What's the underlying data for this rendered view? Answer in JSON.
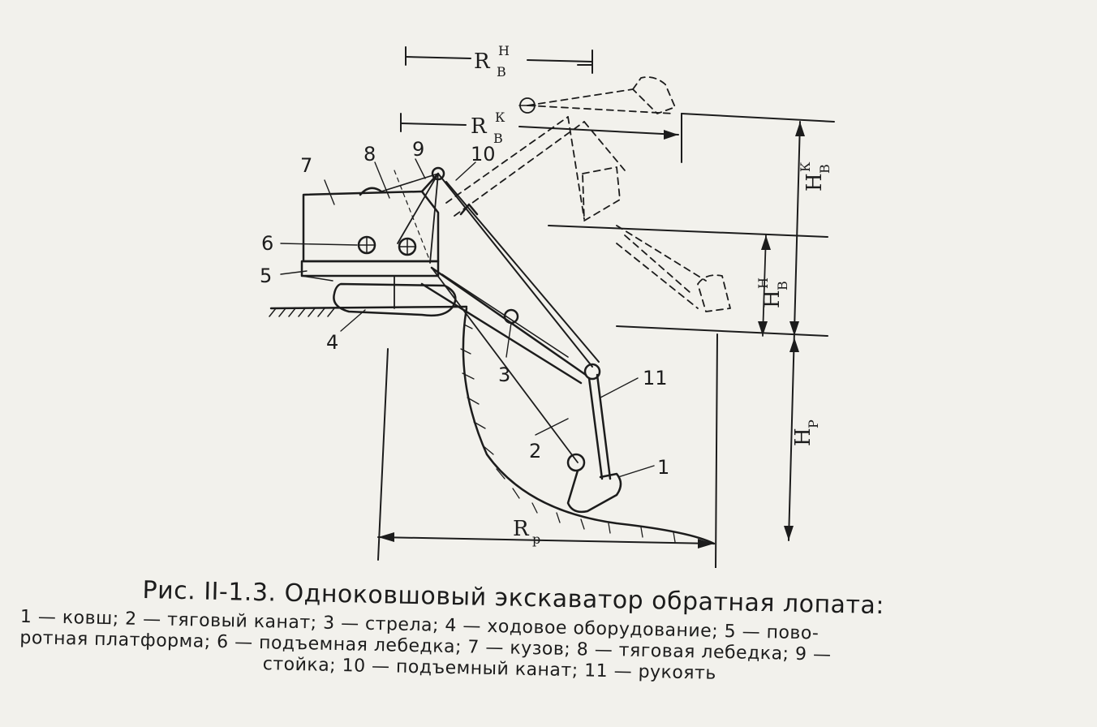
{
  "figure": {
    "part_labels": [
      "1",
      "2",
      "3",
      "4",
      "5",
      "6",
      "7",
      "8",
      "9",
      "10",
      "11"
    ],
    "dimensions": {
      "r_high": {
        "main": "R",
        "sup": "Н",
        "sub": "В"
      },
      "r_k": {
        "main": "R",
        "sup": "К",
        "sub": "В"
      },
      "h_k": {
        "main": "Н",
        "sup": "К",
        "sub": "В"
      },
      "h_h": {
        "main": "Н",
        "sup": "Н",
        "sub": "В"
      },
      "h_p": {
        "main": "Н",
        "sub": "Р"
      },
      "r_p": {
        "main": "R",
        "sub": "р"
      }
    }
  },
  "caption": {
    "title": "Рис. II-1.3. Одноковшовый экскаватор обратная лопата:",
    "line1": "1 — ковш; 2 — тяговый канат; 3 — стрела; 4 — ходовое оборудование; 5 — пово-",
    "line2": "ротная платформа; 6 — подъемная лебедка; 7 — кузов; 8 — тяговая лебедка; 9 —",
    "line3": "стойка; 10 — подъемный канат; 11 — рукоять"
  }
}
